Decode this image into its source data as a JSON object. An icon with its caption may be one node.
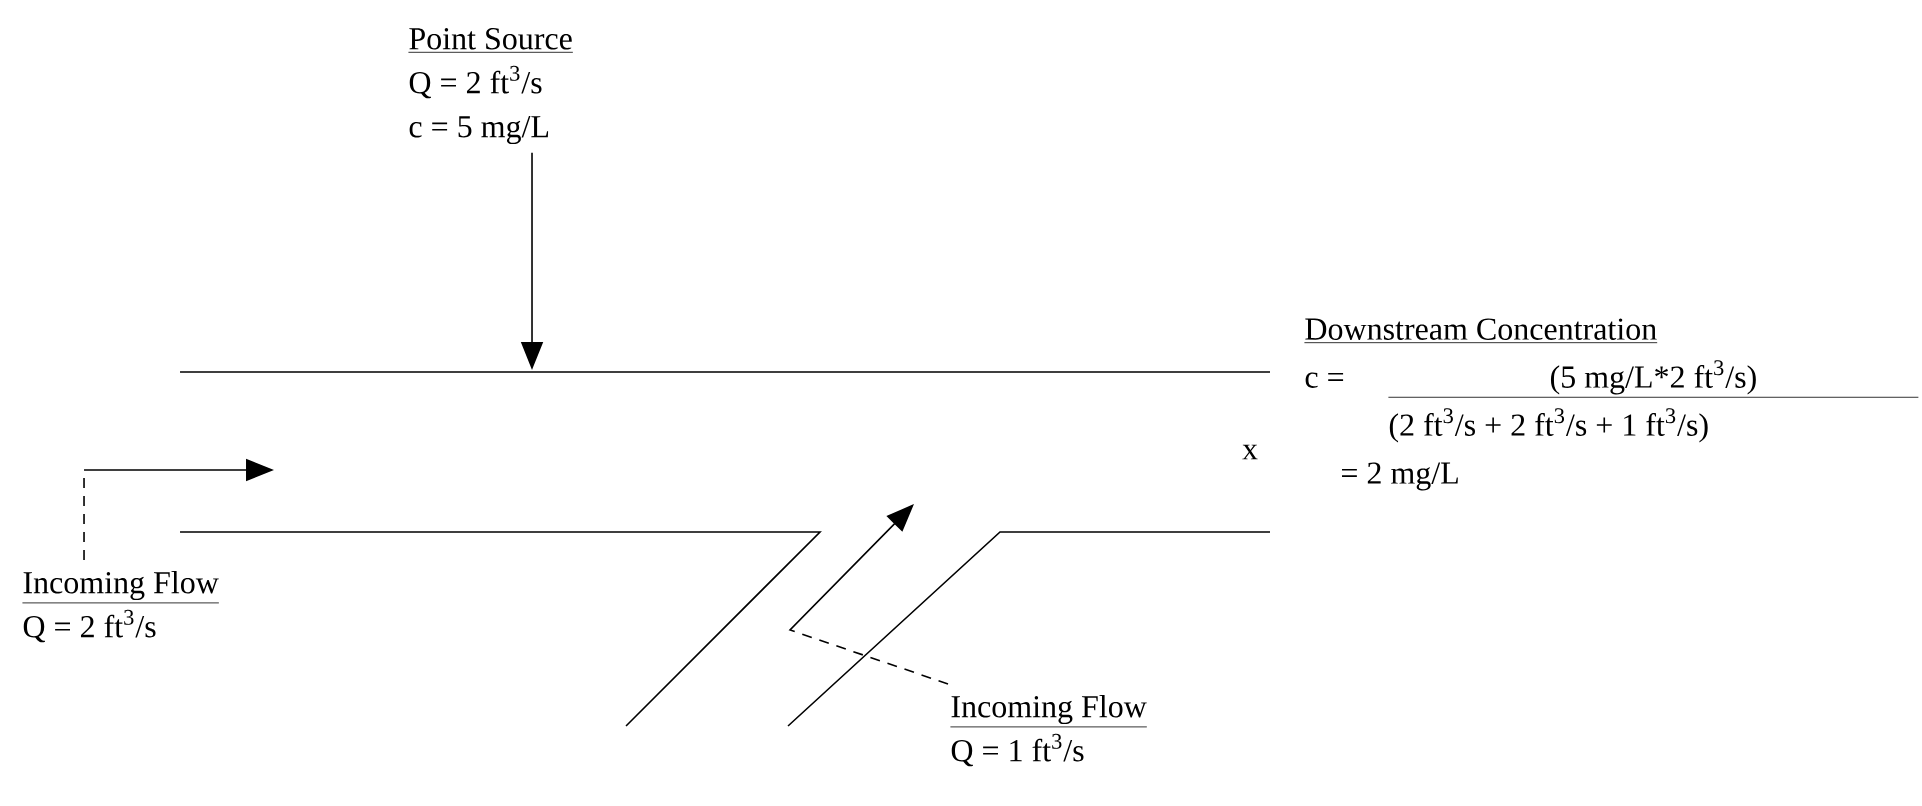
{
  "diagram": {
    "nodes": [
      {
        "text": [
          "Point Source",
          "Q = 2 ft$^{3}$/s",
          "c = 5 mg/L"
        ]
      },
      {
        "text": [
          "Incoming Flow",
          "Q = 2 ft$^{3}$/s"
        ]
      },
      {
        "text": [
          "Incoming Flow",
          "Q = 1 ft$^{3}$/s"
        ]
      },
      {
        "text": [
          "Downstream Concentration",
          "c =",
          "(5 mg/L*2 ft$^{3}$/s)",
          "(2 ft$^{3}$/s + 2 ft$^{3}$/s + 1 ft$^{3}$/s)",
          "= 2 mg/L"
        ]
      }
    ],
    "edges": [
      {
        "from": 0,
        "to": null,
        "arrow": "to"
      },
      {
        "from": 1,
        "to": null,
        "arrow": "to",
        "style": "dashed"
      },
      {
        "from": 2,
        "to": null,
        "arrow": "to",
        "style": "dashed"
      }
    ],
    "labels": [
      "x"
    ]
  }
}
